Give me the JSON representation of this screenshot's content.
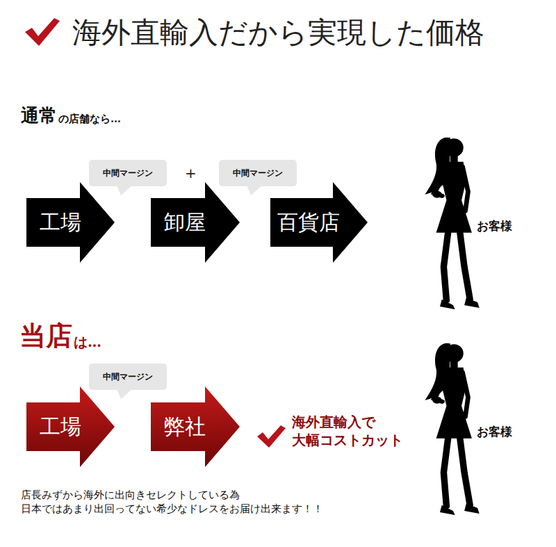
{
  "diagram": {
    "title": "海外直輸入だから実現した価格",
    "nodes": [
      {
        "text": [
          "中間マージン"
        ]
      },
      {
        "text": [
          "中間マージン"
        ]
      },
      {
        "text": [
          "工場"
        ]
      },
      {
        "text": [
          "卸屋"
        ]
      },
      {
        "text": [
          "百貨店"
        ]
      },
      {
        "text": [
          "中間マージン"
        ]
      },
      {
        "text": [
          "工場"
        ]
      },
      {
        "text": [
          "弊社"
        ]
      }
    ],
    "labels": [
      "通常",
      "の店舗なら…",
      "+",
      "お客様",
      "当店",
      "は…",
      "海外直輸入で 大幅コストカット",
      "お客様",
      "店長みずから海外に出向きセレクトしている為 日本ではあまり出回ってない希少なドレスをお届け出来ます！！"
    ]
  }
}
